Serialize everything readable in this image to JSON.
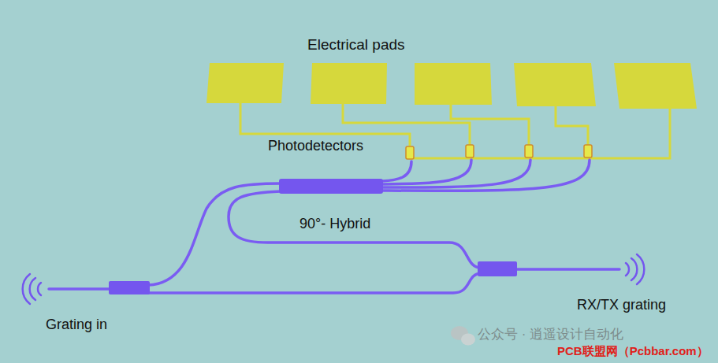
{
  "diagram": {
    "labels": [
      "Electrical pads",
      "Photodetectors",
      "90°- Hybrid",
      "Grating in",
      "RX/TX grating",
      "公众号 · 逍遥设计自动化",
      "PCB联盟网（Pcbbar.com）"
    ]
  }
}
